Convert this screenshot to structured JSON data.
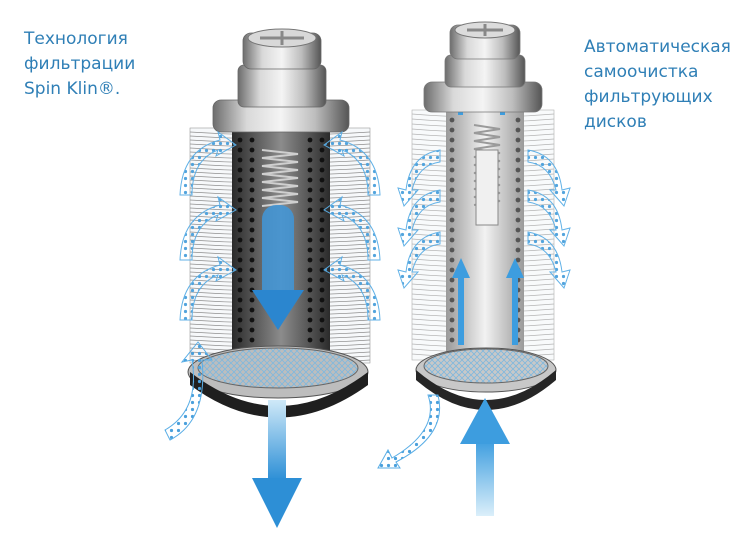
{
  "captions": {
    "left": "Технология\nфильтрации\nSpin Klin®.",
    "right": "Автоматическая\nсамоочистка\nфильтрующих\nдисков"
  },
  "colors": {
    "caption": "#2f7fb6",
    "flow_arrow": "#5aaee6",
    "flow_arrow_light": "#cfe9f8",
    "metal_dark": "#3c3c3c",
    "metal_light": "#e6e6e6"
  },
  "icons": {
    "filter_left": "spin-klin-filter-cartridge",
    "filter_right": "self-cleaning-filter-cartridge",
    "outflow": "down-arrow",
    "backflush": "up-arrow"
  }
}
